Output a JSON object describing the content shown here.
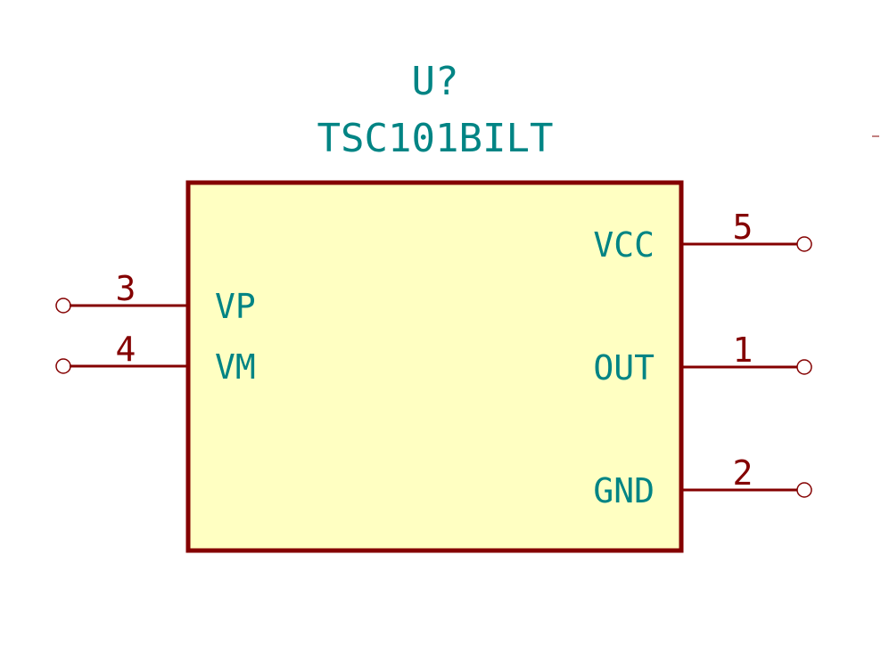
{
  "symbol": {
    "reference": "U?",
    "value": "TSC101BILT",
    "colors": {
      "body_fill": "#FFFFC2",
      "body_stroke": "#840000",
      "pin_line": "#840000",
      "pin_number": "#840000",
      "pin_name": "#008484",
      "field_text": "#008484"
    },
    "pins": {
      "vp": {
        "name": "VP",
        "number": "3"
      },
      "vm": {
        "name": "VM",
        "number": "4"
      },
      "vcc": {
        "name": "VCC",
        "number": "5"
      },
      "out": {
        "name": "OUT",
        "number": "1"
      },
      "gnd": {
        "name": "GND",
        "number": "2"
      }
    }
  }
}
